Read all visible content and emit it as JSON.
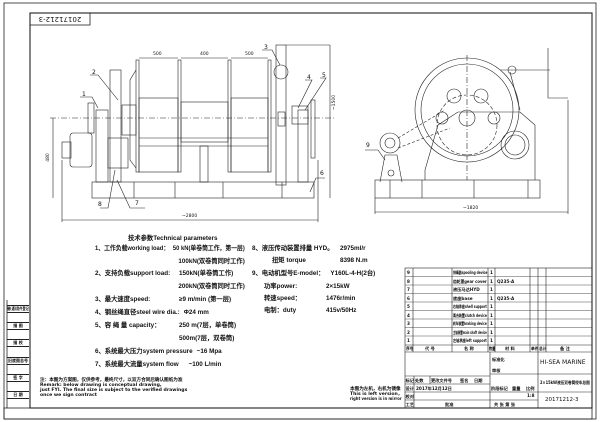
{
  "drawing_number": "20171212-3",
  "side_view": {
    "dimensions": [
      "500",
      "400",
      "500",
      "480",
      "~2800",
      "~1500"
    ],
    "callouts": [
      "1",
      "2",
      "3",
      "4",
      "5",
      "6",
      "7",
      "8"
    ]
  },
  "end_view": {
    "dimensions": [
      "~1820"
    ],
    "callouts": [
      "9"
    ]
  },
  "technical_parameters": {
    "title": "技术参数Technical parameters",
    "left": [
      {
        "label": "1、工作负载working load：",
        "value": "50 kN(单卷筒工作，第一层)"
      },
      {
        "label": "",
        "value": "100kN(双卷筒同时工作)"
      },
      {
        "label": "2、支持负载support load:",
        "value": "150kN(单卷筒工作)"
      },
      {
        "label": "",
        "value": "200kN(双卷筒同时工作)"
      },
      {
        "label": "3、最大速度speed:",
        "value": "≥9 m/min (第一层)"
      },
      {
        "label": "4、钢丝绳直径steel wire dia.:",
        "value": "Φ24 mm"
      },
      {
        "label": "5、容 绳 量 capacity：",
        "value": "250 m(7层，单卷筒)"
      },
      {
        "label": "",
        "value": "500m(7层，双卷筒)"
      },
      {
        "label": "6、系统最大压力system pressure",
        "value": "~16 Mpa"
      },
      {
        "label": "7、系统最大流量system flow",
        "value": "~100 L/min"
      }
    ],
    "right": [
      {
        "label": "8、液压传动装置排量 HYD。",
        "value": "2975ml/r"
      },
      {
        "label": "扭矩 torque",
        "value": "8398 N.m"
      },
      {
        "label": "9、电动机型号E-model：",
        "value": "Y160L-4-H(2台)"
      },
      {
        "label": "功率power:",
        "value": "2×15kW"
      },
      {
        "label": "转速speed：",
        "value": "1476r/min"
      },
      {
        "label": "电制：duty",
        "value": "415v/50Hz"
      }
    ]
  },
  "remarks": {
    "lines": [
      "注：本图为方案图，仅供参考，最终尺寸，以双方合同后确认图纸为准",
      "Remark: below drawing is conceptual drawing,",
      "just FYI. The final size is subject to the verified drawings",
      "once we sign contract"
    ]
  },
  "version_note": {
    "lines": [
      "本图为左机，右机为镜像",
      "This is left version，",
      "right version is in mirror"
    ]
  },
  "left_strip": [
    "借(通)用件登记",
    "描 图",
    "描 校",
    "旧底图总号",
    "签 字",
    "日 期"
  ],
  "parts_list": {
    "headers": [
      "序号",
      "代 号",
      "名 称",
      "数量",
      "材 料",
      "单件",
      "总计",
      "备 注"
    ],
    "rows": [
      {
        "no": "9",
        "name": "排绳器spooling device",
        "qty": "1",
        "material": ""
      },
      {
        "no": "8",
        "name": "齿轮罩gear cover",
        "qty": "1",
        "material": "Q235-A"
      },
      {
        "no": "7",
        "name": "液压马达HYD",
        "qty": "1",
        "material": ""
      },
      {
        "no": "6",
        "name": "底座base",
        "qty": "1",
        "material": "Q235-A"
      },
      {
        "no": "5",
        "name": "右轴承座shell support",
        "qty": "1",
        "material": ""
      },
      {
        "no": "4",
        "name": "离合装置clutch device",
        "qty": "1",
        "material": ""
      },
      {
        "no": "3",
        "name": "刹车装置braking device",
        "qty": "1",
        "material": ""
      },
      {
        "no": "2",
        "name": "主轴装置main shaft device",
        "qty": "1",
        "material": ""
      },
      {
        "no": "1",
        "name": "左轴承座left support",
        "qty": "1",
        "material": ""
      }
    ]
  },
  "title_block": {
    "company": "HI-SEA MARINE",
    "title": "2×15kW液压双卷筒绞车总图",
    "drawing_number": "20171212-3",
    "scale": "1:8",
    "labels": {
      "design": "设计",
      "check": "校对",
      "process": "工艺",
      "approve": "批准",
      "mark": "标记",
      "qty": "处数",
      "change_doc": "更改文件号",
      "sign": "签名",
      "date": "日期",
      "stage_mark": "阶段标记",
      "weight": "重量",
      "ratio": "比例",
      "sheet": "共 张 第 张",
      "std": "标准化",
      "audit": "审核",
      "design_value": "2017年12月12日"
    }
  }
}
